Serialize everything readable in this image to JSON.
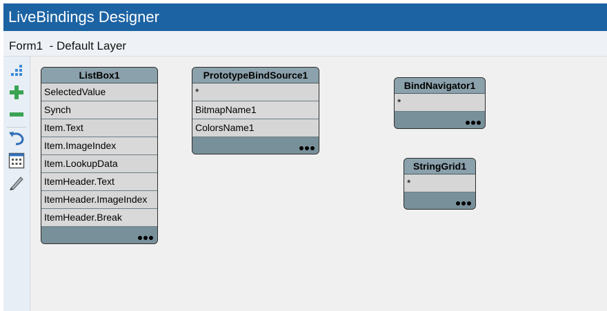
{
  "window": {
    "title": "LiveBindings Designer"
  },
  "layer": {
    "form": "Form1",
    "name": " - Default Layer"
  },
  "toolbar": {
    "icons": [
      "arrange-icon",
      "add-icon",
      "remove-icon",
      "undo-icon",
      "grid-icon",
      "pencil-icon"
    ]
  },
  "colors": {
    "title_bar": "#1c63a3",
    "node_header": "#8ba1ab",
    "node_body": "#78909a",
    "node_item": "#d6d6d6"
  },
  "nodes": [
    {
      "title": "ListBox1",
      "items": [
        "SelectedValue",
        "Synch",
        "Item.Text",
        "Item.ImageIndex",
        "Item.LookupData",
        "ItemHeader.Text",
        "ItemHeader.ImageIndex",
        "ItemHeader.Break"
      ],
      "more": "●●●"
    },
    {
      "title": "PrototypeBindSource1",
      "items": [
        "*",
        "BitmapName1",
        "ColorsName1"
      ],
      "more": "●●●"
    },
    {
      "title": "BindNavigator1",
      "items": [
        "*"
      ],
      "more": "●●●"
    },
    {
      "title": "StringGrid1",
      "items": [
        "*"
      ],
      "more": "●●●"
    }
  ]
}
